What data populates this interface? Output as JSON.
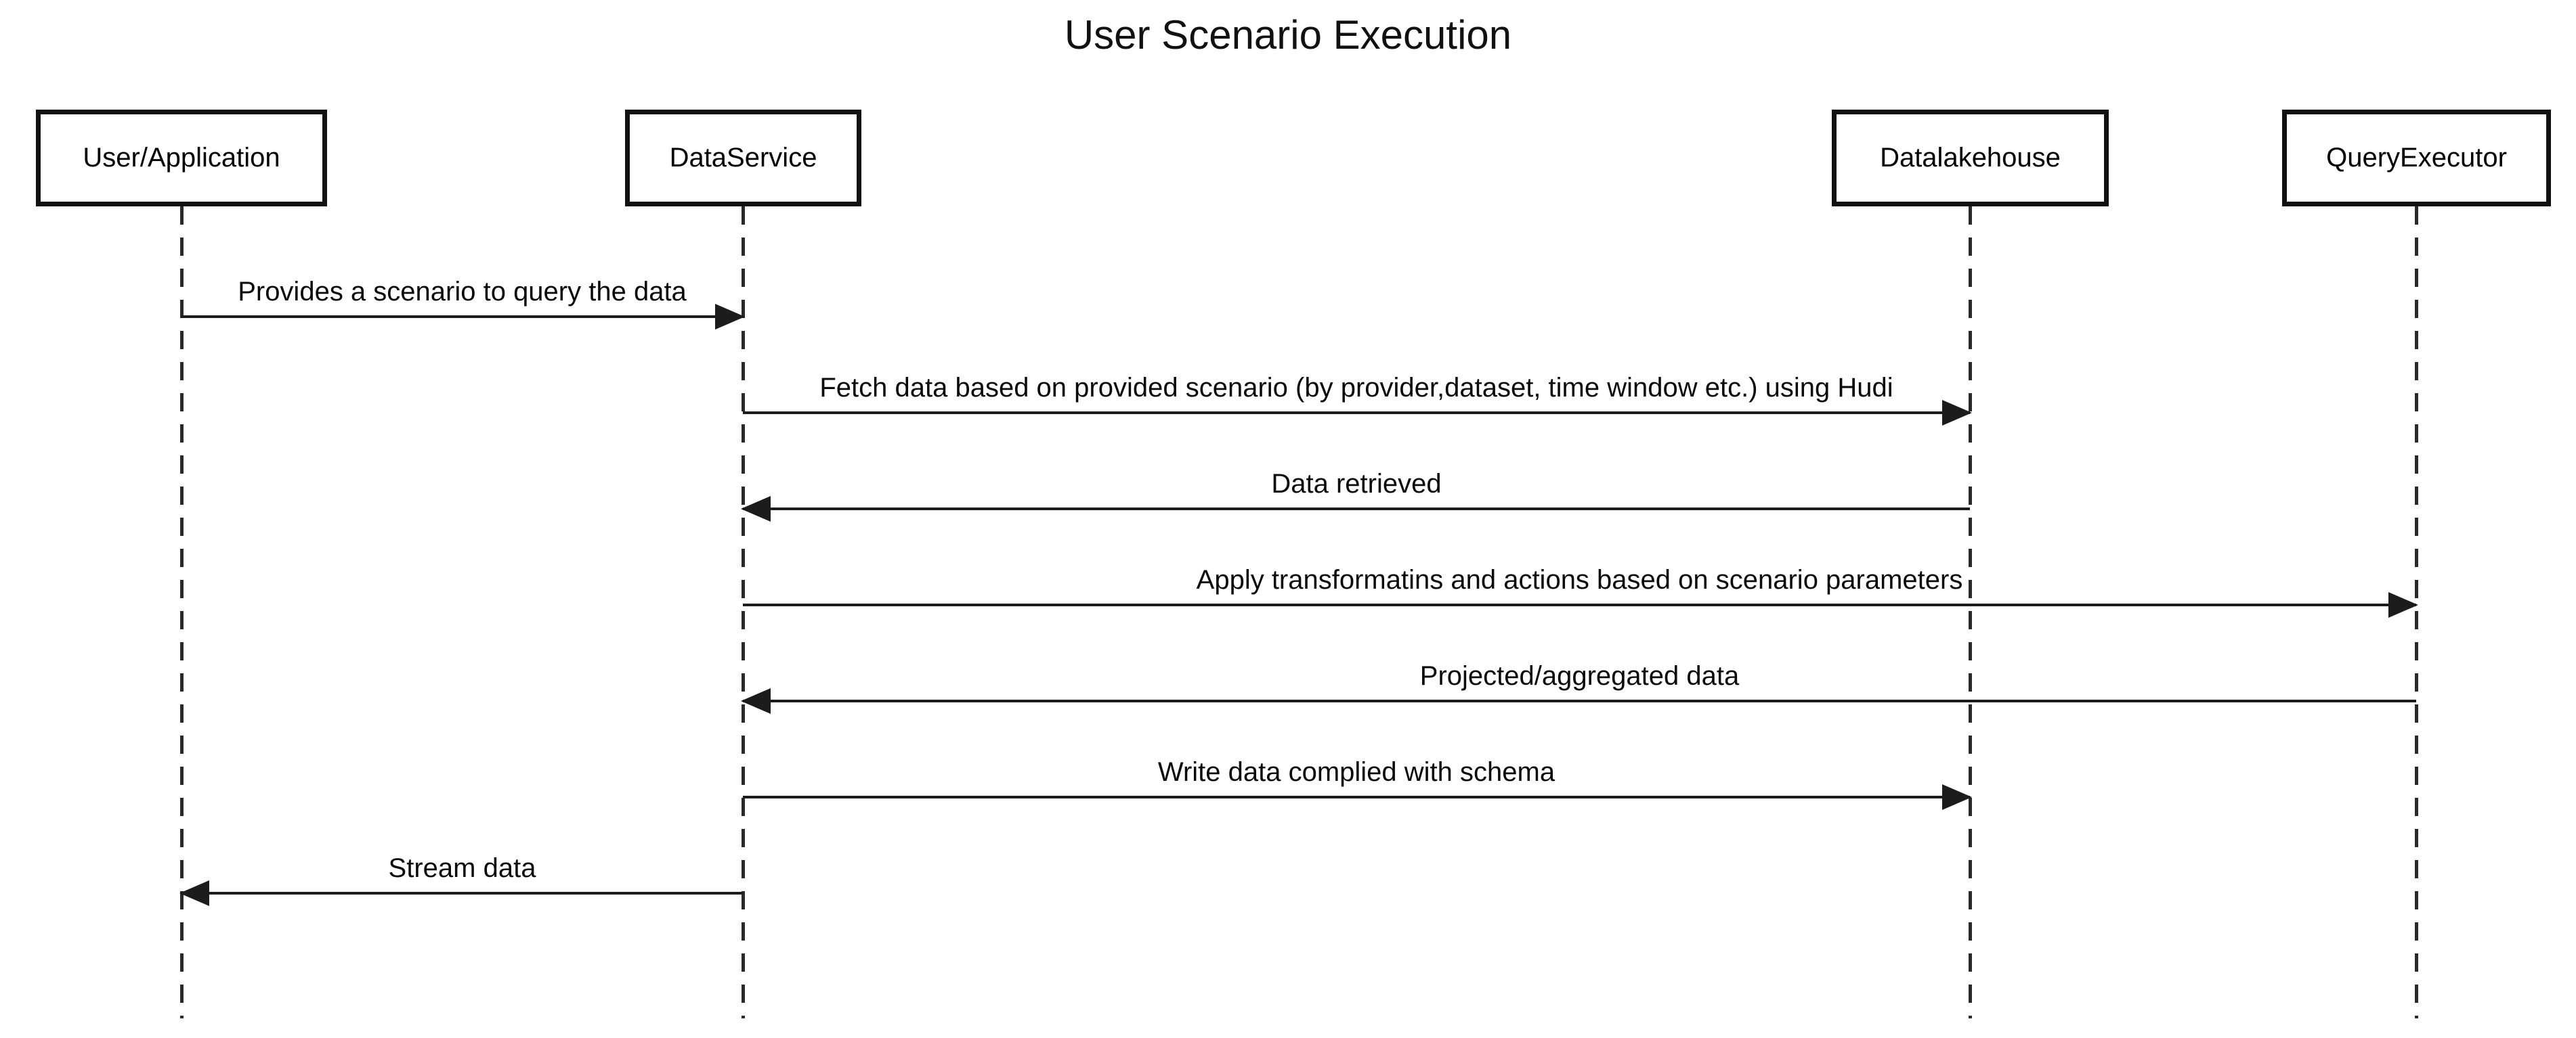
{
  "title": "User Scenario Execution",
  "colors": {
    "background": "#ffffff",
    "line": "#1c1c1c",
    "border": "#111111",
    "text": "#000000"
  },
  "participants": [
    {
      "name": "User/Application"
    },
    {
      "name": "DataService"
    },
    {
      "name": "Datalakehouse"
    },
    {
      "name": "QueryExecutor"
    }
  ],
  "messages": [
    {
      "from": "User/Application",
      "to": "DataService",
      "direction": "right",
      "label": "Provides a scenario to query the data"
    },
    {
      "from": "DataService",
      "to": "Datalakehouse",
      "direction": "right",
      "label": "Fetch data based on provided scenario (by provider,dataset, time window etc.) using Hudi"
    },
    {
      "from": "Datalakehouse",
      "to": "DataService",
      "direction": "left",
      "label": "Data retrieved"
    },
    {
      "from": "DataService",
      "to": "QueryExecutor",
      "direction": "right",
      "label": "Apply transformatins and actions based on scenario parameters"
    },
    {
      "from": "QueryExecutor",
      "to": "DataService",
      "direction": "left",
      "label": "Projected/aggregated data"
    },
    {
      "from": "DataService",
      "to": "Datalakehouse",
      "direction": "right",
      "label": "Write data complied with schema"
    },
    {
      "from": "DataService",
      "to": "User/Application",
      "direction": "left",
      "label": "Stream data"
    }
  ]
}
